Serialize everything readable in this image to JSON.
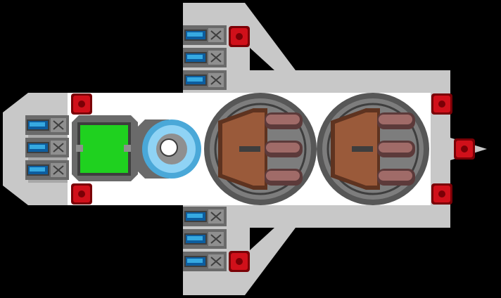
{
  "scene": {
    "description_kind": "top-down spaceship sprite",
    "colors": {
      "background": "#000000",
      "hull": "#c8c8c8",
      "hull_shade": "#a8a8a8",
      "interior": "#ffffff",
      "panel_frame": "#6a6a6a",
      "panel_dark": "#3e3e3e",
      "panel_light": "#8f8f8f",
      "blue_light": "#36a9e1",
      "blue_dark": "#0d5d9e",
      "red_node": "#d0101a",
      "red_node_dark": "#7a0006",
      "green_screen": "#1fd11f",
      "shield_blue": "#8fd3f5",
      "shield_ring": "#4aa8d8",
      "turret_ring": "#575757",
      "turret_inner": "#7d7d7d",
      "turret_body": "#9a5a3a",
      "turret_body_dark": "#5e3320",
      "barrel": "#a06b68",
      "barrel_dark": "#5c3a3a"
    },
    "icons": {
      "thruster": "blue-thruster-icon",
      "node": "red-hardpoint-icon",
      "console": "green-console-icon",
      "shield": "shield-generator-icon",
      "turret": "triple-cannon-turret-icon"
    },
    "component_counts": {
      "thrusters": 9,
      "red_hardpoints": 7,
      "turrets": 2,
      "consoles": 1,
      "shield_generators": 1
    }
  }
}
